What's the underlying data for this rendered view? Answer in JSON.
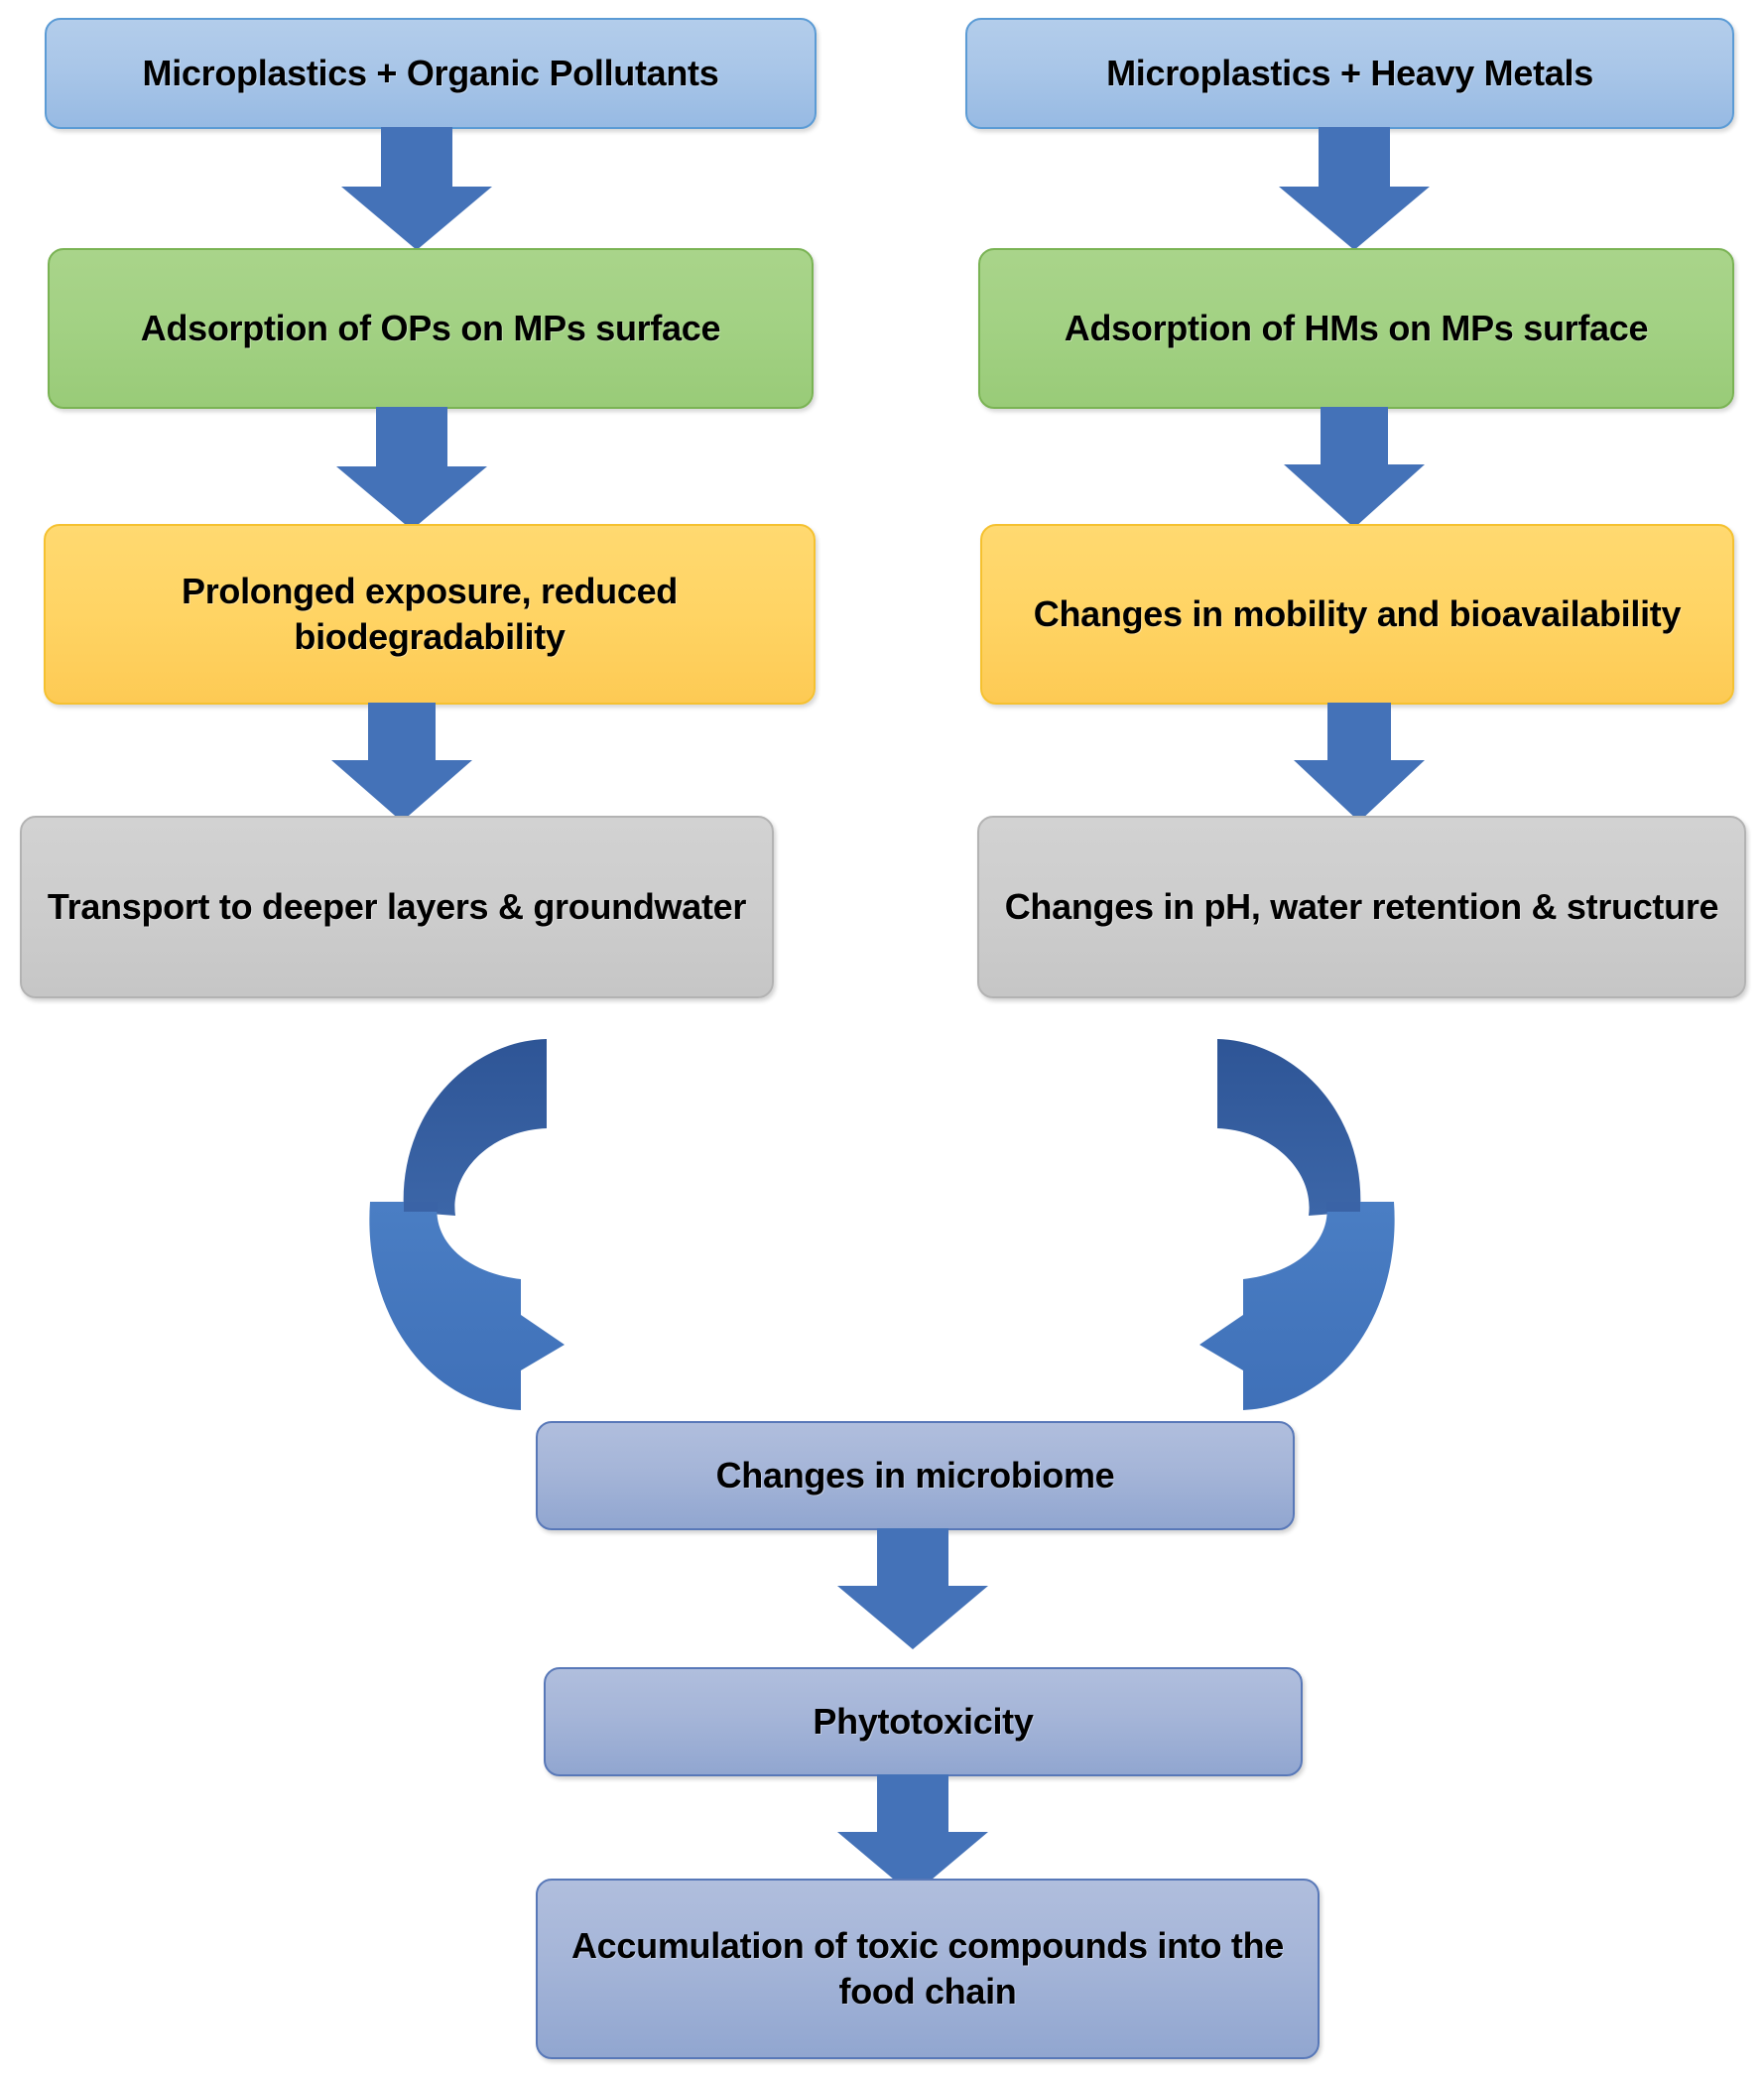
{
  "diagram": {
    "title_text": "",
    "colors": {
      "source_blue": "#a9c6e8",
      "adsorption_green": "#a2d183",
      "effect_yellow": "#ffd464",
      "transport_gray": "#cdcdcd",
      "outcome_steel": "#a5b5d8",
      "arrow_blue": "#4472b8",
      "arrow_blue_dark": "#2f5596"
    }
  },
  "nodes": {
    "left_source": "Microplastics + Organic Pollutants",
    "right_source": "Microplastics + Heavy Metals",
    "left_adsorption": "Adsorption of OPs on MPs surface",
    "right_adsorption": "Adsorption of HMs on MPs surface",
    "left_effect": "Prolonged exposure, reduced biodegradability",
    "right_effect": "Changes in mobility and bioavailability",
    "left_transport": "Transport to deeper layers & groundwater",
    "right_transport": "Changes in pH, water retention & structure",
    "microbiome": "Changes in microbiome",
    "phytotoxicity": "Phytotoxicity",
    "accumulation": "Accumulation of toxic compounds into the food chain"
  },
  "connectors": {
    "left_source_to_adsorption": "down-arrow",
    "right_source_to_adsorption": "down-arrow",
    "left_adsorption_to_effect": "down-arrow",
    "right_adsorption_to_effect": "down-arrow",
    "left_effect_to_transport": "down-arrow",
    "right_effect_to_transport": "down-arrow",
    "left_transport_to_microbiome": "curved-arrow-clockwise",
    "right_transport_to_microbiome": "curved-arrow-counterclockwise",
    "microbiome_to_phytotoxicity": "down-arrow",
    "phytotoxicity_to_accumulation": "down-arrow"
  }
}
